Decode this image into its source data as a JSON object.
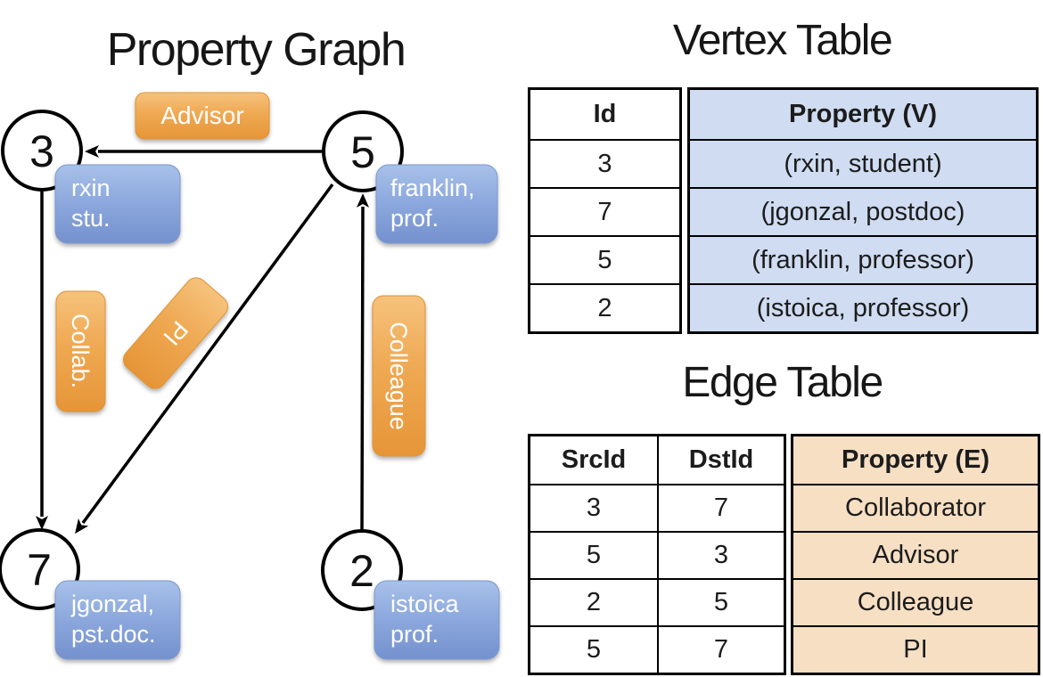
{
  "graph": {
    "title": "Property Graph",
    "nodes": [
      {
        "id": "3",
        "property_line1": "rxin",
        "property_line2": "stu."
      },
      {
        "id": "5",
        "property_line1": "franklin,",
        "property_line2": "prof."
      },
      {
        "id": "7",
        "property_line1": "jgonzal,",
        "property_line2": "pst.doc."
      },
      {
        "id": "2",
        "property_line1": "istoica",
        "property_line2": "prof."
      }
    ],
    "edge_labels": [
      {
        "label": "Advisor"
      },
      {
        "label": "Collab."
      },
      {
        "label": "PI"
      },
      {
        "label": "Colleague"
      }
    ]
  },
  "vertex_table": {
    "title": "Vertex Table",
    "columns": {
      "id": "Id",
      "property": "Property (V)"
    },
    "rows": [
      {
        "id": "3",
        "property": "(rxin, student)"
      },
      {
        "id": "7",
        "property": "(jgonzal, postdoc)"
      },
      {
        "id": "5",
        "property": "(franklin, professor)"
      },
      {
        "id": "2",
        "property": "(istoica, professor)"
      }
    ]
  },
  "edge_table": {
    "title": "Edge Table",
    "columns": {
      "src": "SrcId",
      "dst": "DstId",
      "property": "Property (E)"
    },
    "rows": [
      {
        "src": "3",
        "dst": "7",
        "property": "Collaborator"
      },
      {
        "src": "5",
        "dst": "3",
        "property": "Advisor"
      },
      {
        "src": "2",
        "dst": "5",
        "property": "Colleague"
      },
      {
        "src": "5",
        "dst": "7",
        "property": "PI"
      }
    ]
  },
  "colors": {
    "edge_label_orange": "#ECA24A",
    "node_property_blue": "#7D9BD4",
    "vertex_table_fill": "#CFDCF1",
    "edge_table_fill": "#F6DFC3",
    "line_black": "#000000"
  }
}
